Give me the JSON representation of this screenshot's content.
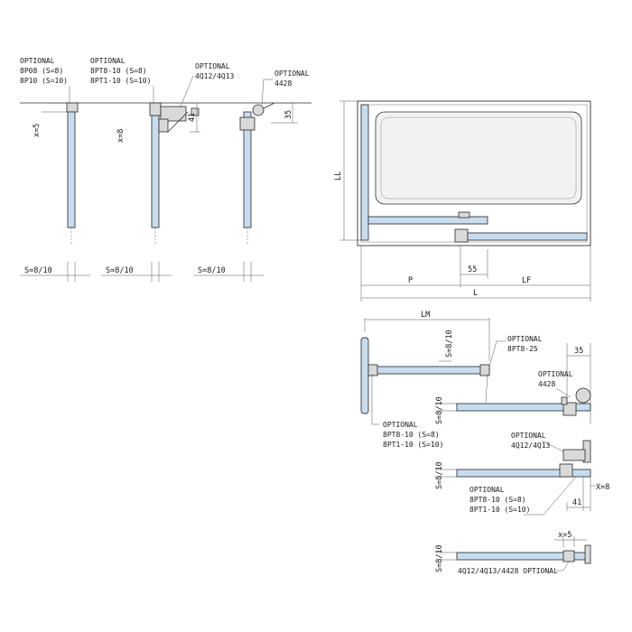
{
  "left_details": {
    "detail_1": {
      "optional_label": "OPTIONAL",
      "parts": [
        "8P08 (S=8)",
        "8P10 (S=10)"
      ],
      "x_dim": "x=5",
      "s_dim": "S=8/10"
    },
    "detail_2": {
      "optional_label": "OPTIONAL",
      "parts": [
        "8PT8-10 (S=8)",
        "8PT1-10 (S=10)"
      ],
      "x_dim": "x=8",
      "s_dim": "S=8/10",
      "dim_41": "41"
    },
    "detail_3": {
      "optional_label": "OPTIONAL",
      "parts": [
        "4Q12/4Q13"
      ]
    },
    "detail_4": {
      "optional_label": "OPTIONAL",
      "parts": [
        "4428"
      ],
      "dim_35": "35",
      "s_dim": "S=8/10"
    }
  },
  "front_view": {
    "dim_ll": "LL",
    "dim_p": "P",
    "dim_55": "55",
    "dim_lf": "LF",
    "dim_l": "L"
  },
  "plan_view": {
    "dim_lm": "LM",
    "s_dim": "S=8/10",
    "top_optional": {
      "label": "OPTIONAL",
      "part": "8PT8-25"
    },
    "left_optional": {
      "label": "OPTIONAL",
      "parts": [
        "8PT8-10 (S=8)",
        "8PT1-10 (S=10)"
      ]
    }
  },
  "right_details": {
    "row_1": {
      "dim_35": "35",
      "optional_label": "OPTIONAL",
      "part": "4428",
      "s_dim": "S=8/10"
    },
    "row_2": {
      "optional_label": "OPTIONAL",
      "part": "4Q12/4Q13",
      "s_dim": "S=8/10",
      "x_dim": "X=8",
      "dim_41": "41",
      "optional_label_2": "OPTIONAL",
      "parts": [
        "8PT8-10 (S=8)",
        "8PT1-10 (S=10)"
      ]
    },
    "row_3": {
      "x_dim": "x=5",
      "s_dim": "S=8/10",
      "bottom_label": "4Q12/4Q13/4428 OPTIONAL"
    }
  }
}
